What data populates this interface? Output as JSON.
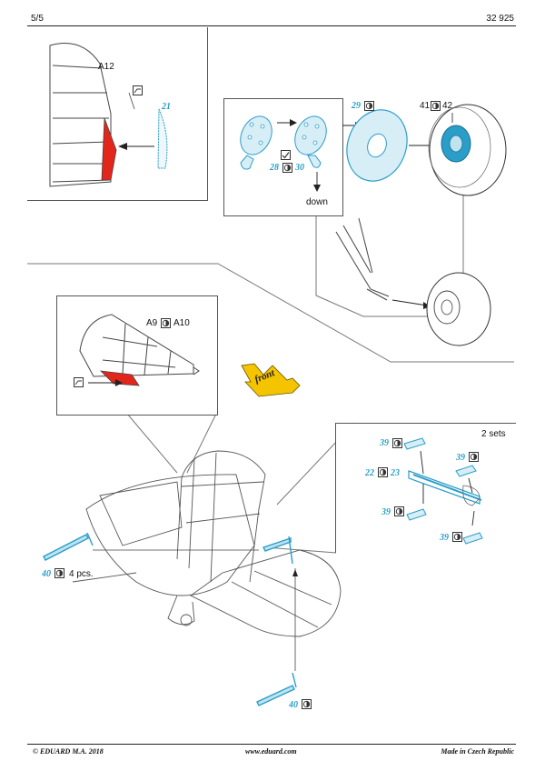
{
  "header": {
    "page_number": "5/5",
    "kit_number": "32 925"
  },
  "callouts": {
    "rudder_part": "A12",
    "rudder_etch": "21",
    "wheel_etch_a": "28",
    "wheel_etch_b": "30",
    "wheel_direction": "down",
    "wheel_disc": "29",
    "wheel_hub_a": "41",
    "wheel_hub_b": "42",
    "elevator_part_a": "A9",
    "elevator_part_b": "A10",
    "front_arrow": "front",
    "sets_count": "2 sets",
    "horn_top_left": "39",
    "horn_top_right": "39",
    "bar_a": "22",
    "bar_b": "23",
    "horn_bottom_left": "39",
    "horn_bottom_right": "39",
    "antenna": "40",
    "antenna_qty": "4 pcs.",
    "bottom_part": "40"
  },
  "icons": {
    "fold": "fold-icon",
    "bend": "bend-icon",
    "check": "check-icon",
    "glue": "glue-icon"
  },
  "colors": {
    "etch_blue": "#2a9ec9",
    "etch_fill": "#bfe3f1",
    "highlight_red": "#e3261b",
    "arrow_yellow": "#f5c400"
  },
  "footer": {
    "copyright": "© EDUARD  M.A. 2018",
    "website": "www.eduard.com",
    "origin": "Made in Czech Republic"
  }
}
